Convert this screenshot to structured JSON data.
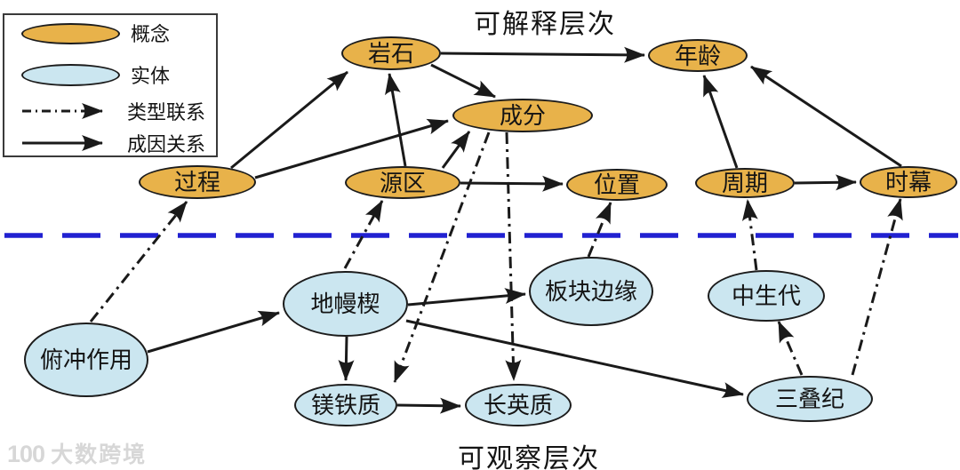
{
  "diagram": {
    "title_top": "可解释层次",
    "title_bottom": "可观察层次",
    "legend": {
      "concept": "概念",
      "entity": "实体",
      "type_relation": "类型联系",
      "causal_relation": "成因关系"
    },
    "concepts": {
      "process": "过程",
      "rock": "岩石",
      "composition": "成分",
      "source_region": "源区",
      "location": "位置",
      "cycle": "周期",
      "epoch": "时幕",
      "age": "年龄"
    },
    "entities": {
      "subduction": "俯冲作用",
      "mantle_wedge": "地幔楔",
      "mafic": "镁铁质",
      "felsic": "长英质",
      "plate_margin": "板块边缘",
      "mesozoic": "中生代",
      "triassic": "三叠纪"
    },
    "relations": {
      "causal": [
        {
          "from": "过程",
          "to": "岩石"
        },
        {
          "from": "过程",
          "to": "成分"
        },
        {
          "from": "岩石",
          "to": "年龄"
        },
        {
          "from": "岩石",
          "to": "成分"
        },
        {
          "from": "源区",
          "to": "岩石"
        },
        {
          "from": "源区",
          "to": "成分"
        },
        {
          "from": "源区",
          "to": "位置"
        },
        {
          "from": "周期",
          "to": "年龄"
        },
        {
          "from": "周期",
          "to": "时幕"
        },
        {
          "from": "时幕",
          "to": "年龄"
        },
        {
          "from": "俯冲作用",
          "to": "地幔楔"
        },
        {
          "from": "地幔楔",
          "to": "板块边缘"
        },
        {
          "from": "地幔楔",
          "to": "镁铁质"
        },
        {
          "from": "地幔楔",
          "to": "三叠纪"
        },
        {
          "from": "镁铁质",
          "to": "长英质"
        }
      ],
      "type": [
        {
          "from": "俯冲作用",
          "to": "过程"
        },
        {
          "from": "地幔楔",
          "to": "源区"
        },
        {
          "from": "成分",
          "to": "镁铁质"
        },
        {
          "from": "成分",
          "to": "长英质"
        },
        {
          "from": "板块边缘",
          "to": "位置"
        },
        {
          "from": "中生代",
          "to": "周期"
        },
        {
          "from": "三叠纪",
          "to": "中生代"
        },
        {
          "from": "三叠纪",
          "to": "时幕"
        }
      ]
    },
    "colors": {
      "concept_fill": "#e8b24a",
      "entity_fill": "#cbe6f0",
      "edge": "#1a1a1a",
      "divider_blue": "#2121d1"
    },
    "watermark": {
      "logo": "100",
      "text": "大数跨境"
    }
  }
}
